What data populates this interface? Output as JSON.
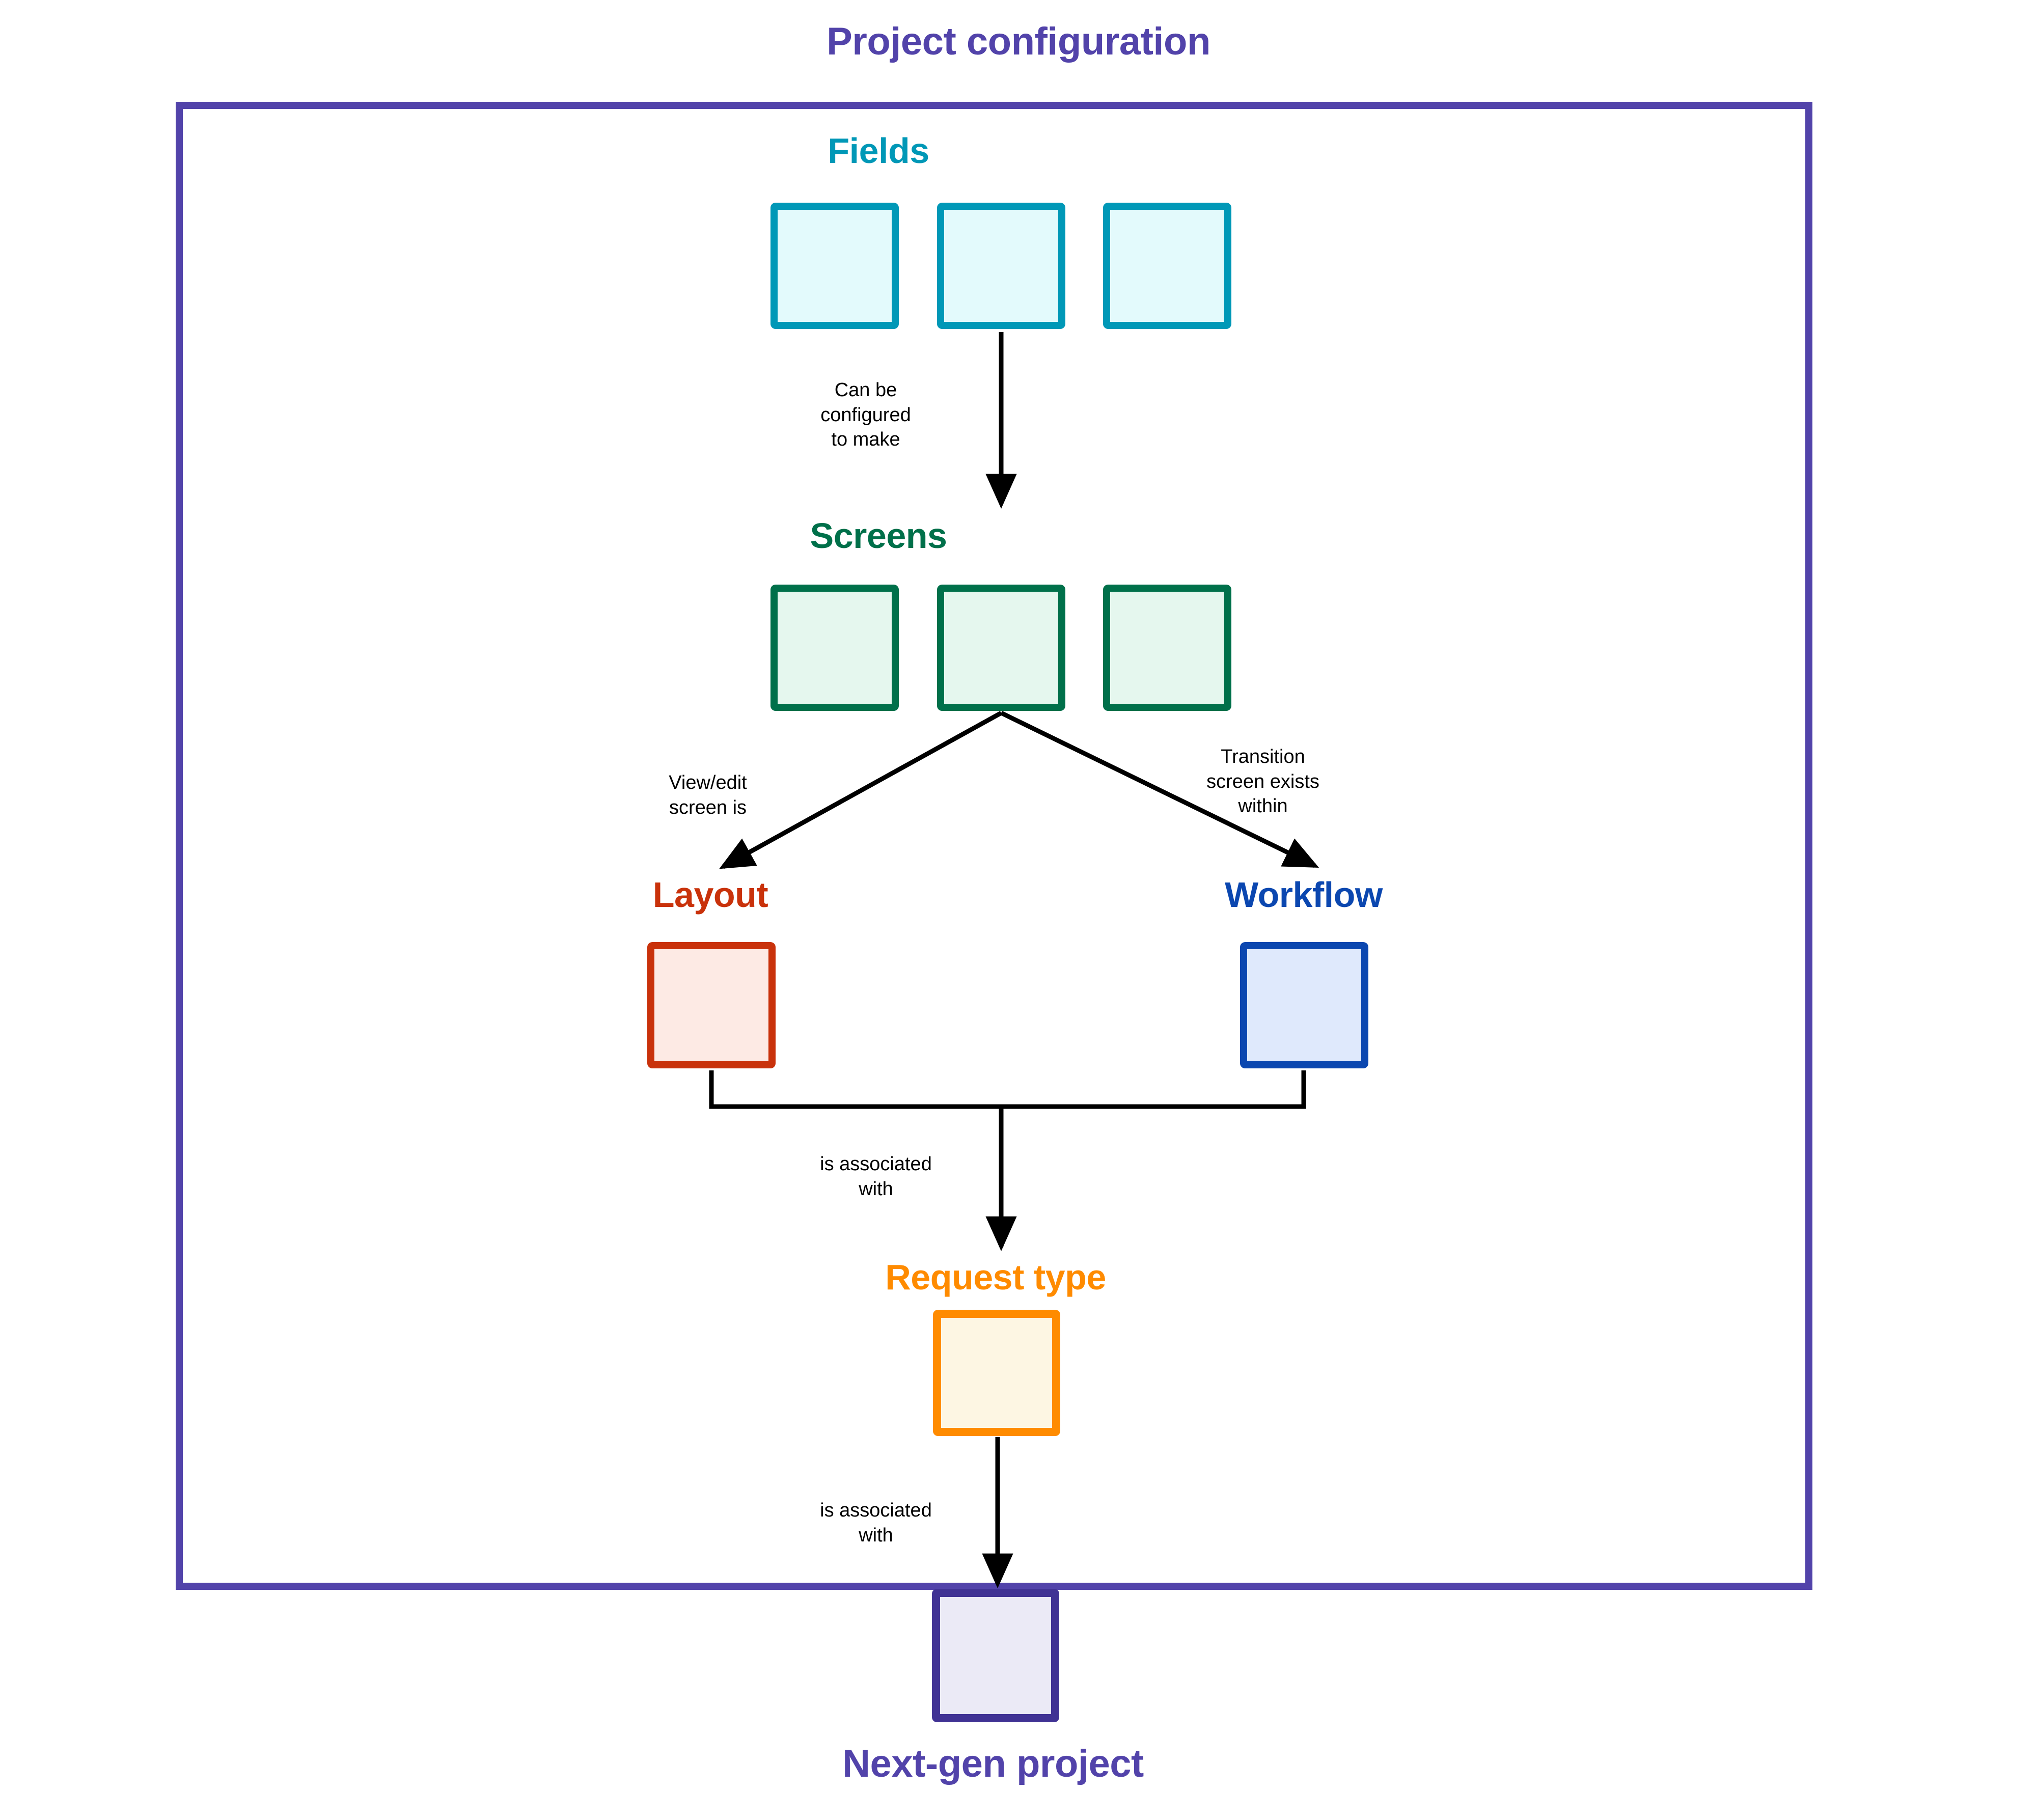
{
  "diagram": {
    "title": "Project configuration",
    "title_color": "#5243AA",
    "container_border_color": "#5243AA",
    "type": "flowchart",
    "background": "#ffffff"
  },
  "groups": {
    "fields": {
      "heading": "Fields",
      "color": "#0098B7",
      "fill": "#E3FAFC",
      "box_count": 3
    },
    "screens": {
      "heading": "Screens",
      "color": "#00704A",
      "fill": "#E5F7EE",
      "box_count": 3
    },
    "layout": {
      "heading": "Layout",
      "color": "#C9320B",
      "fill": "#FDEAE4",
      "box_count": 1
    },
    "workflow": {
      "heading": "Workflow",
      "color": "#0B47B0",
      "fill": "#DFE9FC",
      "box_count": 1
    },
    "request_type": {
      "heading": "Request type",
      "color": "#FF8B00",
      "fill": "#FDF6E3",
      "box_count": 1
    },
    "next_gen_project": {
      "heading": "Next-gen project",
      "color": "#403294",
      "fill": "#EBEAF6",
      "box_count": 1
    }
  },
  "edges": [
    {
      "id": "fields-to-screens",
      "from": "fields",
      "to": "screens",
      "label": "Can be\nconfigured\nto make"
    },
    {
      "id": "screens-to-layout",
      "from": "screens",
      "to": "layout",
      "label": "View/edit\nscreen is"
    },
    {
      "id": "screens-to-workflow",
      "from": "screens",
      "to": "workflow",
      "label": "Transition\nscreen exists\nwithin"
    },
    {
      "id": "layout-workflow-to-request-type",
      "from": "layout, workflow",
      "to": "request_type",
      "label": "is associated\nwith"
    },
    {
      "id": "request-type-to-next-gen-project",
      "from": "request_type",
      "to": "next_gen_project",
      "label": "is associated\nwith"
    }
  ]
}
